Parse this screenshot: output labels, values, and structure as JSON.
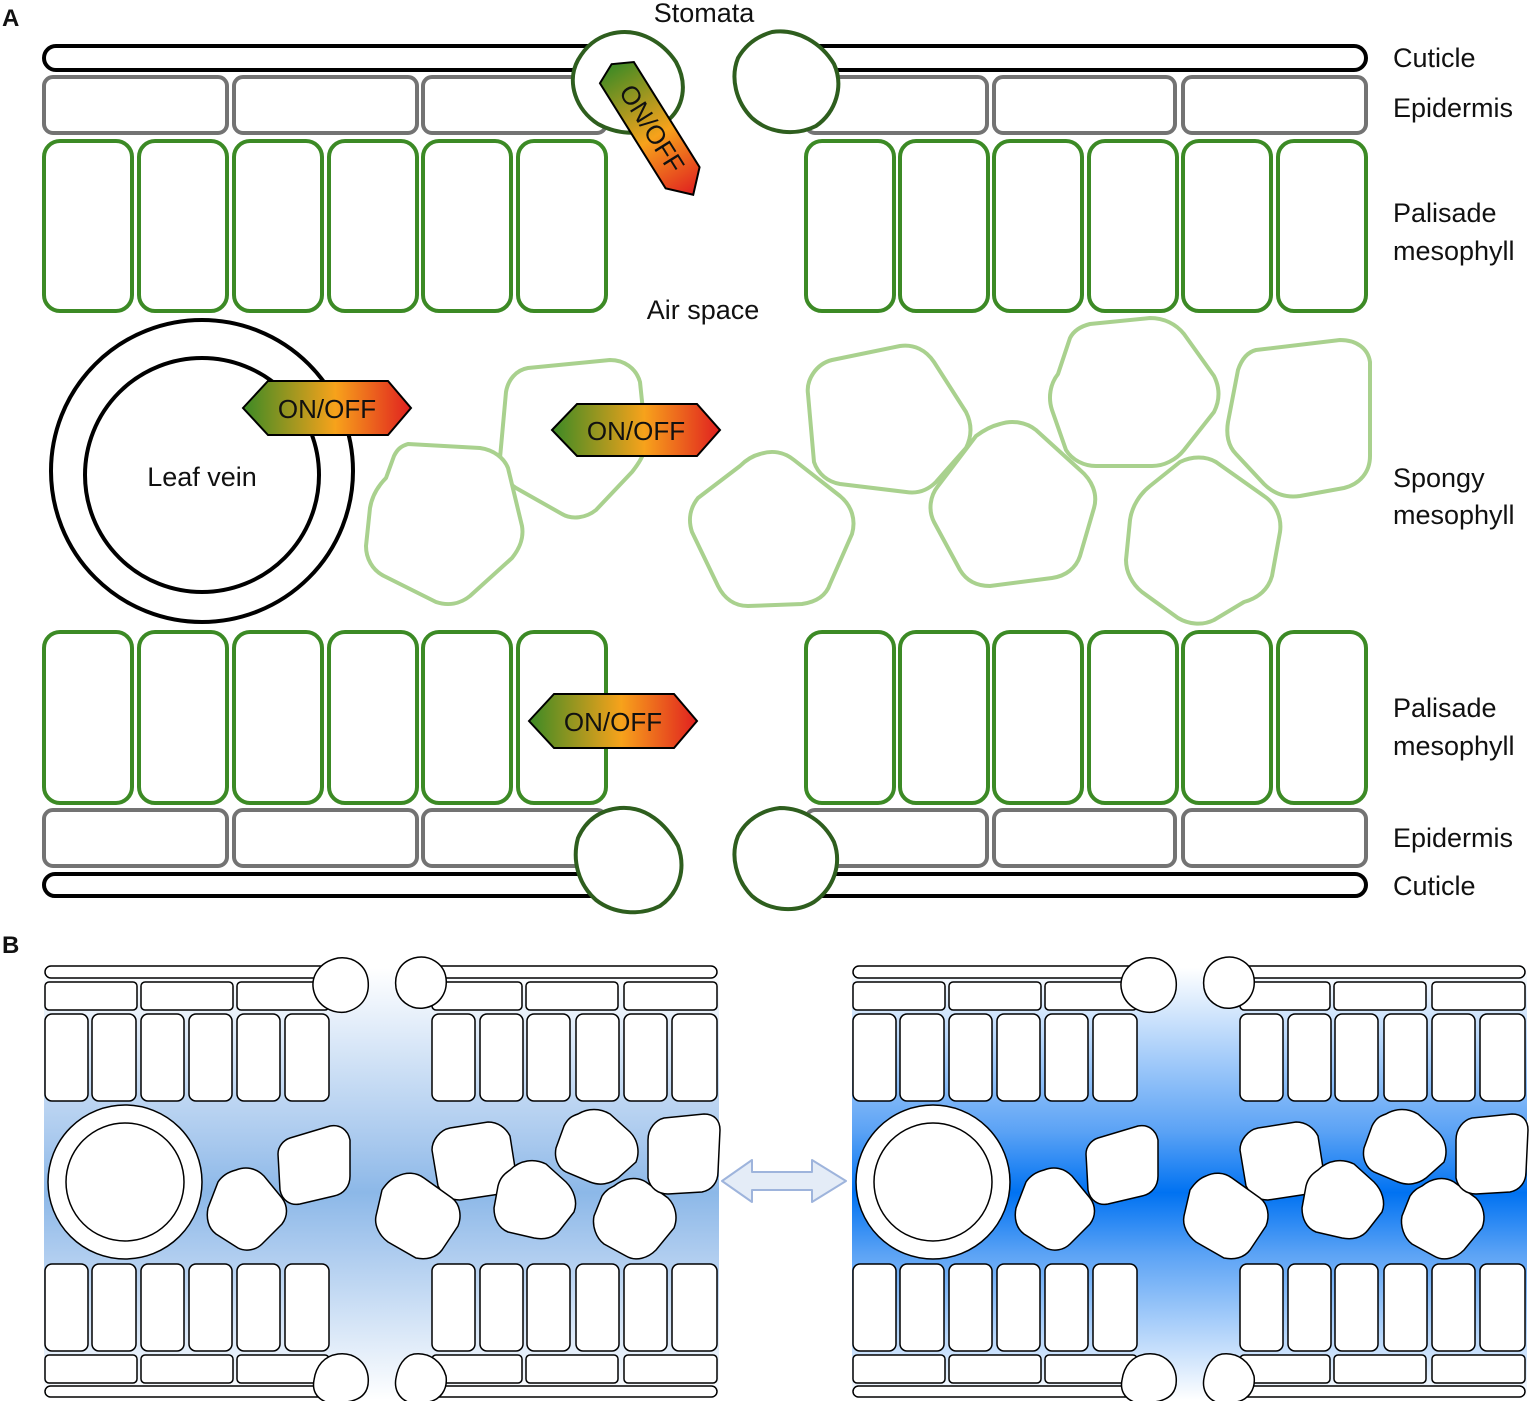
{
  "panel_a": {
    "letter": "A",
    "labels": {
      "stomata": "Stomata",
      "air_space": "Air space",
      "leaf_vein": "Leaf vein",
      "cuticle_top": "Cuticle",
      "epidermis_top": "Epidermis",
      "palisade_top_line1": "Palisade",
      "palisade_top_line2": "mesophyll",
      "spongy_line1": "Spongy",
      "spongy_line2": "mesophyll",
      "palisade_bottom_line1": "Palisade",
      "palisade_bottom_line2": "mesophyll",
      "epidermis_bottom": "Epidermis",
      "cuticle_bottom": "Cuticle"
    },
    "switch_label": "ON/OFF",
    "colors": {
      "cuticle": "#000000",
      "epidermis": "#737373",
      "palisade": "#3c8a25",
      "spongy": "#a9d18e",
      "guard_cell": "#2e5e1e",
      "switch_gradient": [
        "#3c8a25",
        "#f7a21b",
        "#e02020"
      ]
    }
  },
  "panel_b": {
    "letter": "B",
    "colors": {
      "water_light": "#5b9bd5",
      "water_dark": "#0070f0",
      "arrow_fill": "#e4ecf7",
      "arrow_stroke": "#9eb4dc"
    }
  }
}
